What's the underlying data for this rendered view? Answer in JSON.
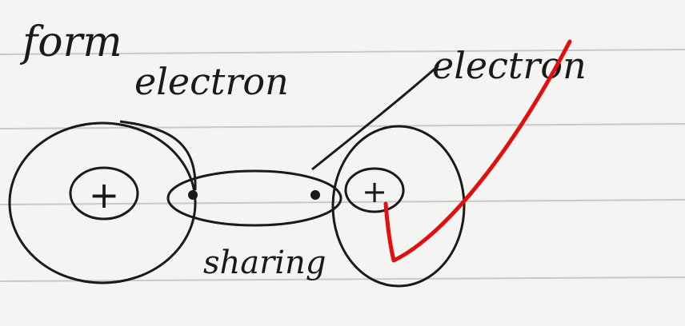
{
  "labels": {
    "word_form": "form",
    "electron_left": "electron",
    "electron_right": "electron",
    "sharing": "sharing"
  },
  "symbols": {
    "nucleus_left": "+",
    "nucleus_right": "+"
  },
  "colors": {
    "paper": "#f4f4f2",
    "ruled_line": "#c9c9c9",
    "ink": "#1a1a1a",
    "grading_mark": "#e01010"
  },
  "icons": {
    "grading_mark": "red-checkmark"
  }
}
